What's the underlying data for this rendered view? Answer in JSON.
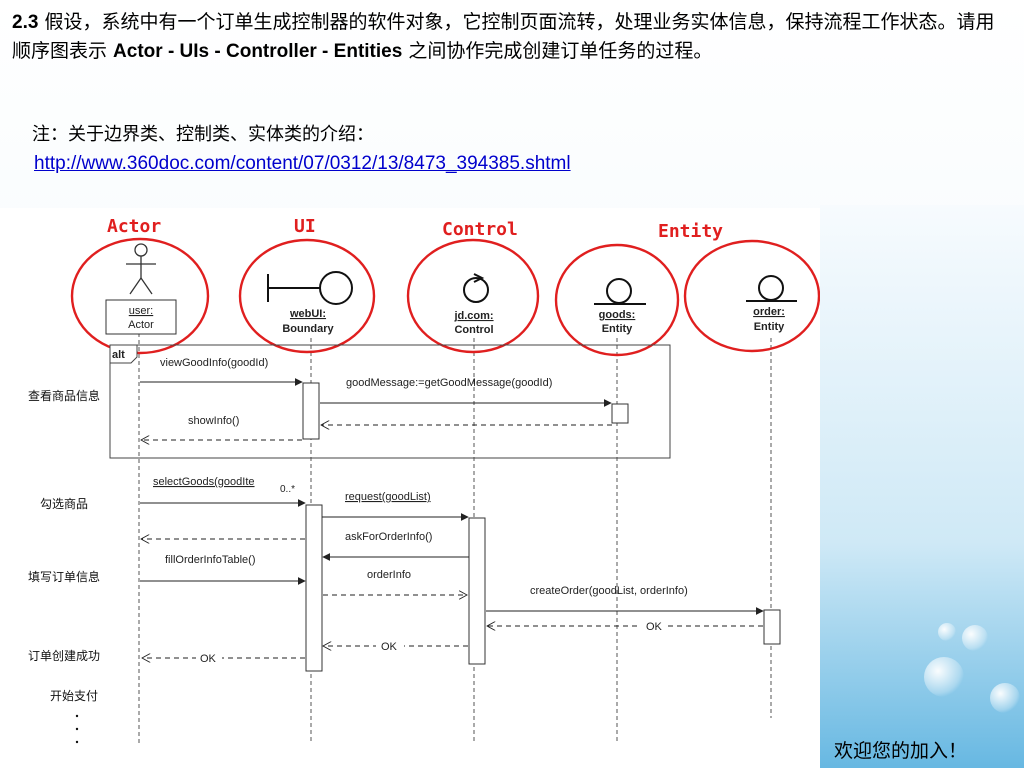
{
  "heading": {
    "number": "2.3",
    "text_part1": " 假设，系统中有一个订单生成控制器的软件对象，它控制页面流转，处理业务实体信息，保持流程工作状态。请用顺序图表示 ",
    "emphasis": "Actor - UIs - Controller - Entities",
    "text_part2": " 之间协作完成创建订单任务的过程。"
  },
  "note": {
    "label": "注：关于边界类、控制类、实体类的介绍：",
    "link": "http://www.360doc.com/content/07/0312/13/8473_394385.shtml"
  },
  "diagram": {
    "categories": {
      "actor": "Actor",
      "ui": "UI",
      "control": "Control",
      "entity": "Entity"
    },
    "lifelines": {
      "user": {
        "name": "user:",
        "type": "Actor"
      },
      "webui": {
        "name": "webUI:",
        "type": "Boundary"
      },
      "jdcom": {
        "name": "jd.com:",
        "type": "Control"
      },
      "goods": {
        "name": "goods:",
        "type": "Entity"
      },
      "order": {
        "name": "order:",
        "type": "Entity"
      }
    },
    "fragment_label": "alt",
    "multiplicity": "0..*",
    "steps": {
      "view": "查看商品信息",
      "select": "勾选商品",
      "fill": "填写订单信息",
      "success": "订单创建成功",
      "pay": "开始支付"
    },
    "messages": {
      "view_good_info": "viewGoodInfo(goodId)",
      "get_good_message": "goodMessage:=getGoodMessage(goodId)",
      "show_info": "showInfo()",
      "select_goods": "selectGoods(goodIte",
      "request": "request(goodList)",
      "ask_for_order_info": "askForOrderInfo()",
      "fill_order_info_table": "fillOrderInfoTable()",
      "order_info": "orderInfo",
      "create_order": "createOrder(goodList, orderInfo)",
      "ok_order": "OK",
      "ok_control": "OK",
      "ok_user": "OK"
    },
    "colors": {
      "highlight_circle": "#e01f1f",
      "category_label": "#e01f1f",
      "line": "#333333"
    }
  },
  "footer": {
    "welcome": "欢迎您的加入！"
  },
  "icons": [
    "actor-stick-figure-icon",
    "boundary-icon",
    "control-icon",
    "entity-icon"
  ]
}
